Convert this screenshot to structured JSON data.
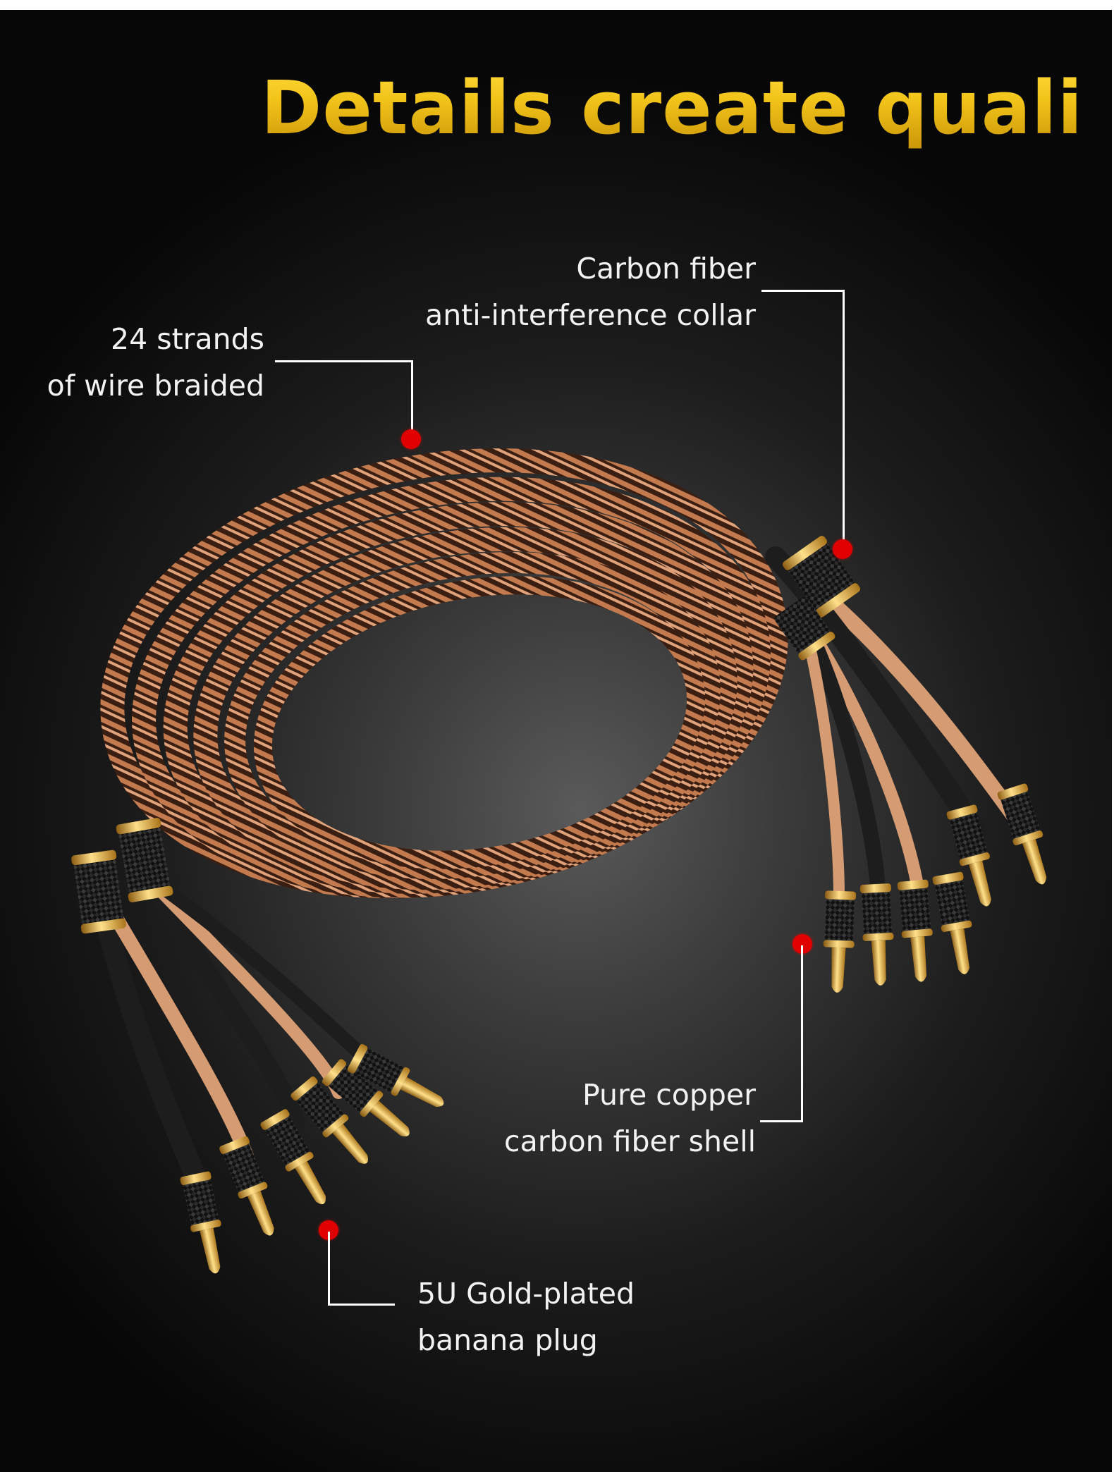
{
  "headline": "Details create quality",
  "callouts": {
    "strands": {
      "line1": "24 strands",
      "line2": "of wire braided"
    },
    "collar": {
      "line1": "Carbon fiber",
      "line2": "anti-interference collar"
    },
    "shell": {
      "line1": "Pure copper",
      "line2": "carbon fiber shell"
    },
    "plug": {
      "line1": "5U Gold-plated",
      "line2": "banana plug"
    }
  },
  "colors": {
    "headline_gold": "#e4b70c",
    "marker_red": "#e00000",
    "cable_copper": "#b8724a",
    "connector_gold": "#d9a531",
    "carbon_shell": "#1b1b1b"
  }
}
